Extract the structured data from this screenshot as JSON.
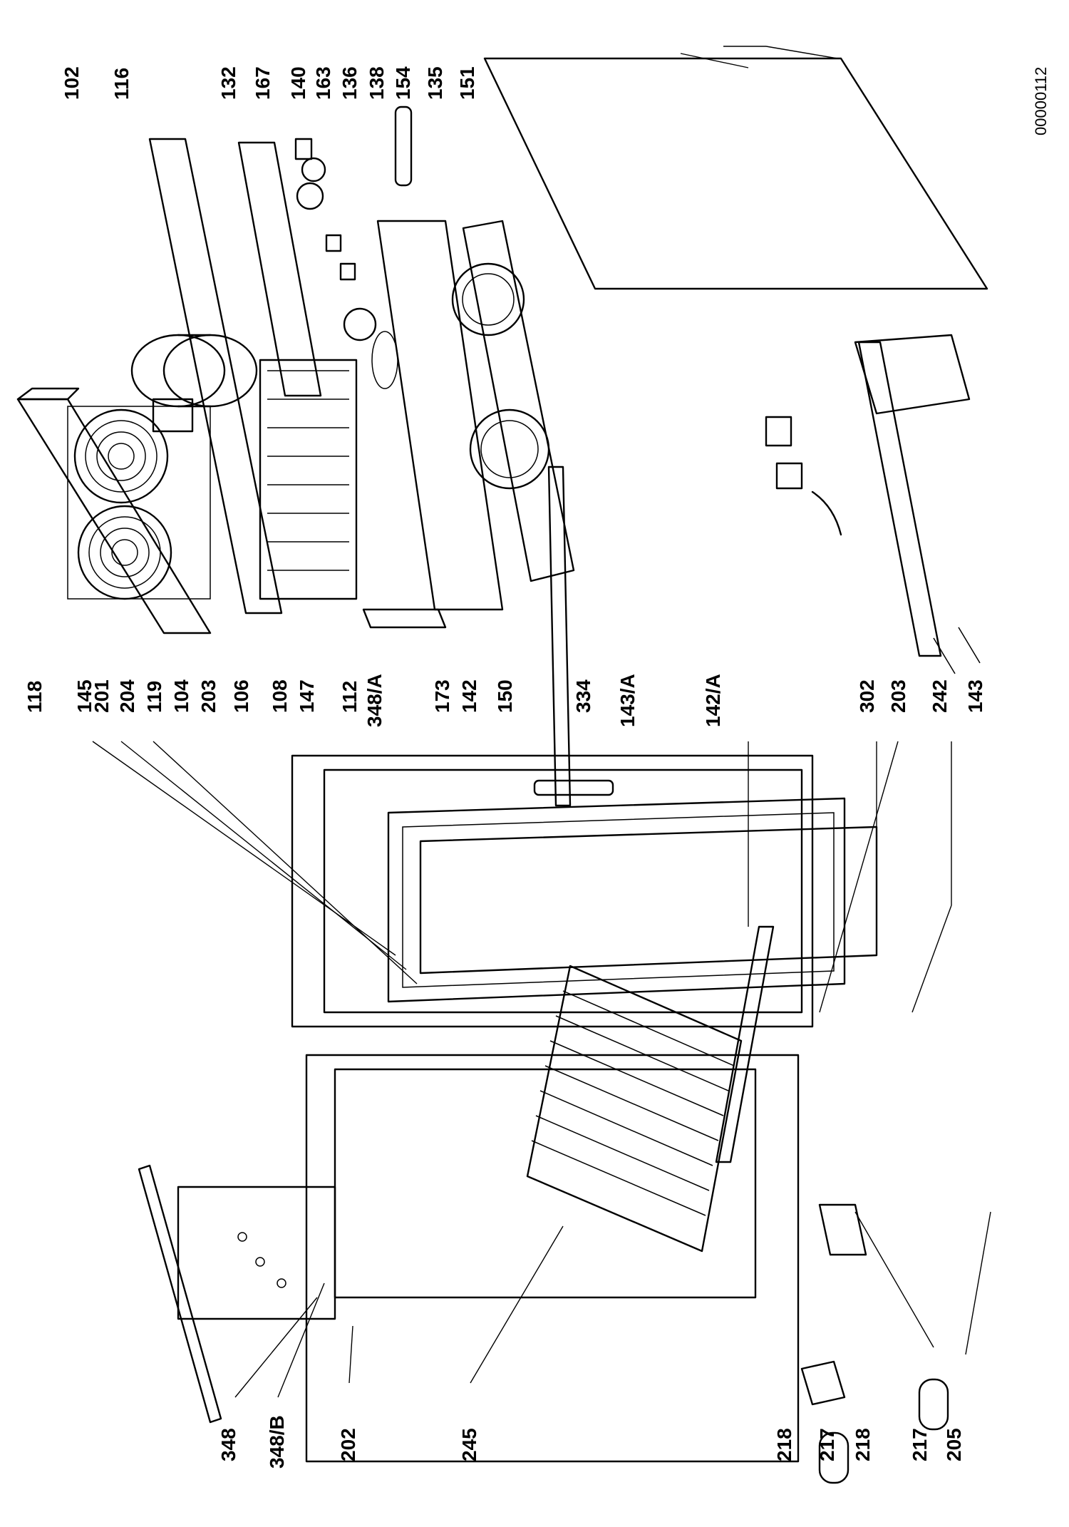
{
  "diagram": {
    "drawing_code": "00000112",
    "labels_top": [
      "102",
      "116",
      "132",
      "167",
      "140",
      "163",
      "136",
      "138",
      "154",
      "135",
      "151"
    ],
    "labels_middle": [
      "118",
      "145",
      "201",
      "204",
      "119",
      "104",
      "203",
      "106",
      "108",
      "147",
      "112",
      "348/A",
      "173",
      "142",
      "150",
      "334",
      "143/A",
      "142/A",
      "302",
      "203",
      "242",
      "143"
    ],
    "labels_bottom": [
      "348",
      "348/B",
      "202",
      "245",
      "218",
      "217",
      "218",
      "217",
      "205"
    ]
  }
}
